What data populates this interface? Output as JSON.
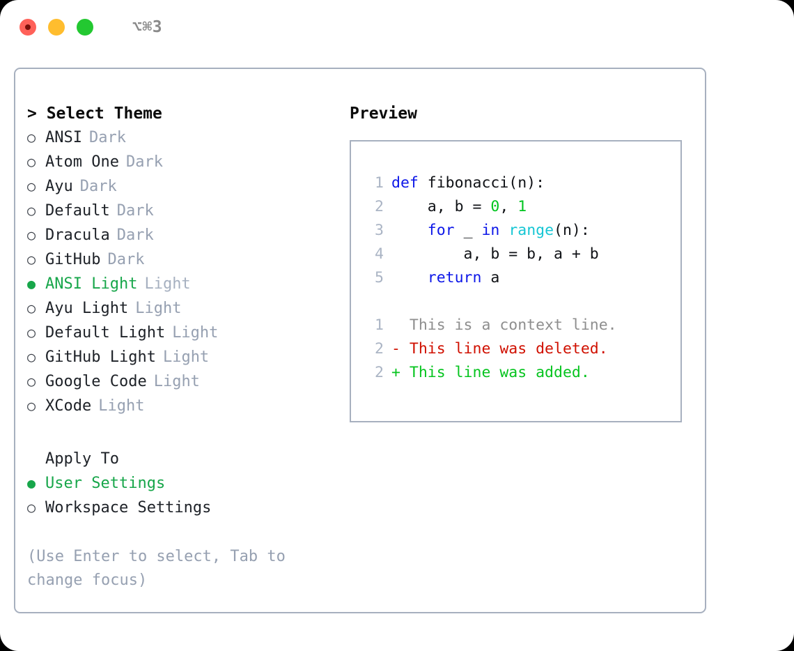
{
  "window": {
    "shortcut": "⌥⌘3",
    "traffic_lights": [
      {
        "name": "close-button",
        "color": "#ff6159"
      },
      {
        "name": "minimize-button",
        "color": "#ffbd2e"
      },
      {
        "name": "maximize-button",
        "color": "#23c831"
      }
    ]
  },
  "theme_picker": {
    "title": "> Select Theme",
    "marker_selected": "●",
    "marker_unselected": "○",
    "items": [
      {
        "name": "ANSI",
        "variant": "Dark",
        "selected": false
      },
      {
        "name": "Atom One",
        "variant": "Dark",
        "selected": false
      },
      {
        "name": "Ayu",
        "variant": "Dark",
        "selected": false
      },
      {
        "name": "Default",
        "variant": "Dark",
        "selected": false
      },
      {
        "name": "Dracula",
        "variant": "Dark",
        "selected": false
      },
      {
        "name": "GitHub",
        "variant": "Dark",
        "selected": false
      },
      {
        "name": "ANSI Light",
        "variant": "Light",
        "selected": true
      },
      {
        "name": "Ayu Light",
        "variant": "Light",
        "selected": false
      },
      {
        "name": "Default Light",
        "variant": "Light",
        "selected": false
      },
      {
        "name": "GitHub Light",
        "variant": "Light",
        "selected": false
      },
      {
        "name": "Google Code",
        "variant": "Light",
        "selected": false
      },
      {
        "name": "XCode",
        "variant": "Light",
        "selected": false
      }
    ]
  },
  "apply_to": {
    "heading": "Apply To",
    "options": [
      {
        "label": "User Settings",
        "selected": true
      },
      {
        "label": "Workspace Settings",
        "selected": false
      }
    ]
  },
  "hint": "(Use Enter to select, Tab to change focus)",
  "preview": {
    "title": "Preview",
    "code_lines": [
      {
        "num": "1",
        "tokens": [
          {
            "t": "def",
            "c": "kw"
          },
          {
            "t": " fibonacci(n):",
            "c": "plain"
          }
        ]
      },
      {
        "num": "2",
        "tokens": [
          {
            "t": "    a, b = ",
            "c": "plain"
          },
          {
            "t": "0",
            "c": "num"
          },
          {
            "t": ", ",
            "c": "plain"
          },
          {
            "t": "1",
            "c": "num"
          }
        ]
      },
      {
        "num": "3",
        "tokens": [
          {
            "t": "    ",
            "c": "plain"
          },
          {
            "t": "for",
            "c": "kw"
          },
          {
            "t": " _ ",
            "c": "plain"
          },
          {
            "t": "in",
            "c": "kw"
          },
          {
            "t": " ",
            "c": "plain"
          },
          {
            "t": "range",
            "c": "fn"
          },
          {
            "t": "(n):",
            "c": "plain"
          }
        ]
      },
      {
        "num": "4",
        "tokens": [
          {
            "t": "        a, b = b, a + b",
            "c": "plain"
          }
        ]
      },
      {
        "num": "5",
        "tokens": [
          {
            "t": "    ",
            "c": "plain"
          },
          {
            "t": "return",
            "c": "kw"
          },
          {
            "t": " a",
            "c": "plain"
          }
        ]
      }
    ],
    "diff_lines": [
      {
        "num": "1",
        "text": "  This is a context line.",
        "kind": "ctx"
      },
      {
        "num": "2",
        "text": "- This line was deleted.",
        "kind": "del"
      },
      {
        "num": "2",
        "text": "+ This line was added.",
        "kind": "add"
      }
    ]
  },
  "colors": {
    "accent_green": "#17a64a",
    "keyword_blue": "#0d17e8",
    "number_green": "#00c51f",
    "function_cyan": "#16c6d4",
    "diff_delete_red": "#d01000",
    "diff_add_green": "#06c41f",
    "muted_gray": "#96a0b1",
    "border_slate": "#a7b0bf"
  }
}
